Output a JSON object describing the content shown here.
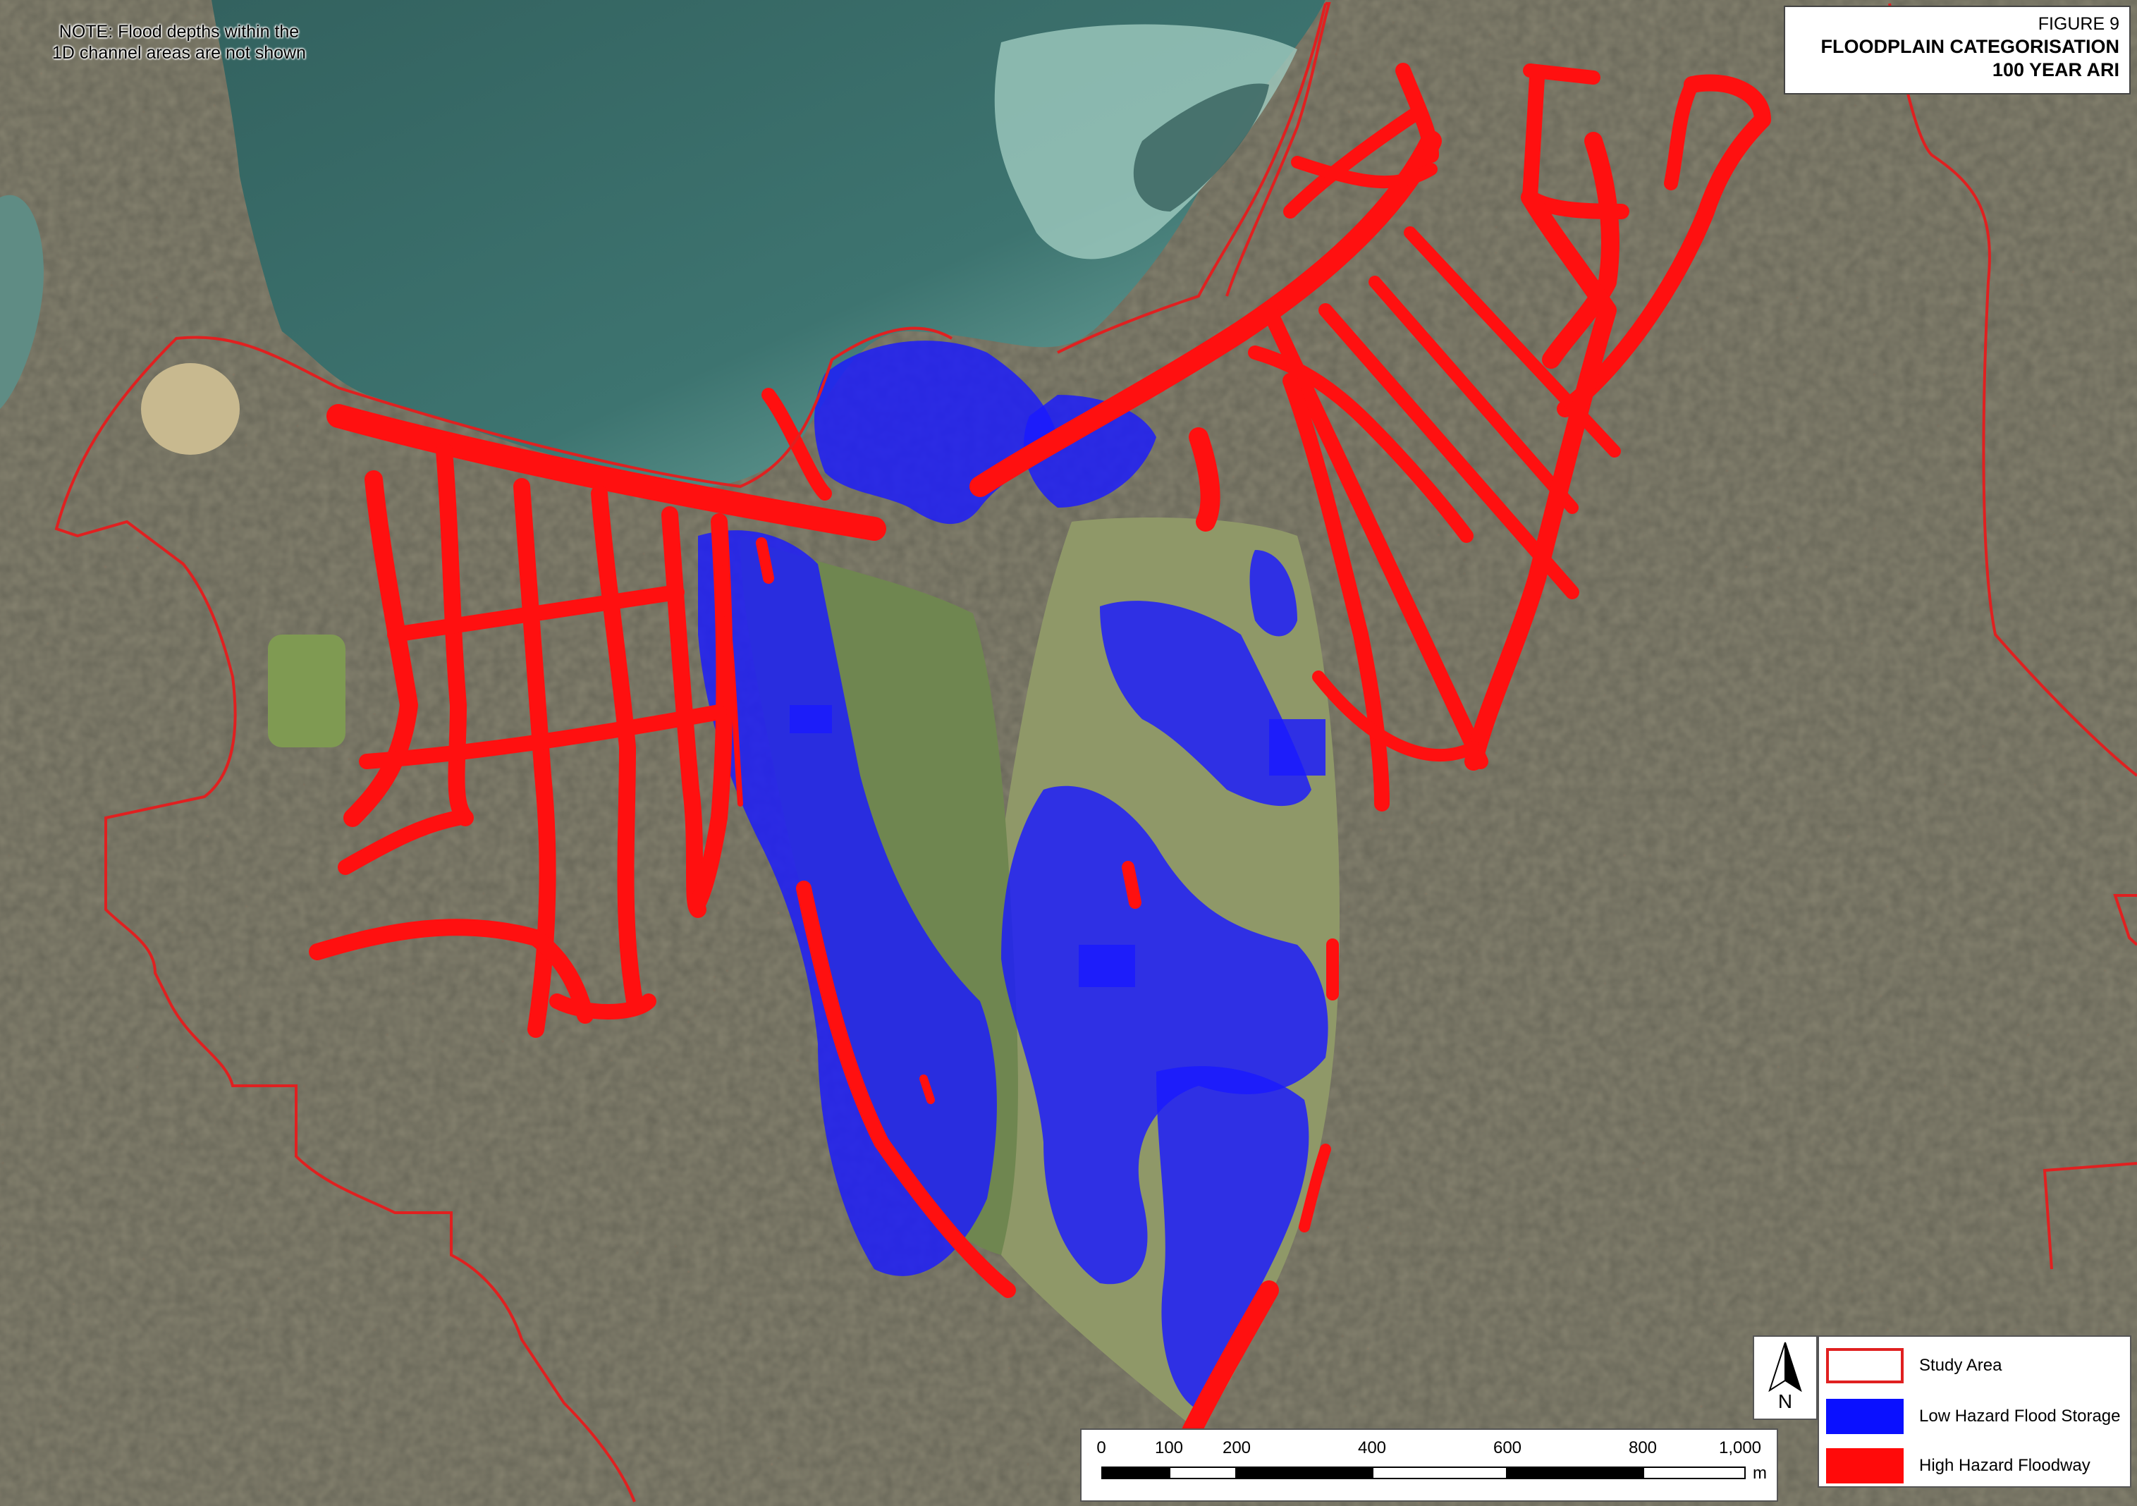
{
  "note": {
    "line1": "NOTE: Flood depths within the",
    "line2": "1D channel areas are not shown"
  },
  "title_block": {
    "figure_label": "FIGURE 9",
    "title_line1": "FLOODPLAIN CATEGORISATION",
    "title_line2": "100 YEAR ARI"
  },
  "north_arrow": {
    "letter": "N"
  },
  "scale_bar": {
    "ticks": [
      "0",
      "100",
      "200",
      "400",
      "600",
      "800",
      "1,000"
    ],
    "unit": "m"
  },
  "legend": {
    "items": [
      {
        "label": "Study Area",
        "style": "outline",
        "color": "#e02020"
      },
      {
        "label": "Low Hazard Flood Storage",
        "style": "fill",
        "color": "#0a10ff"
      },
      {
        "label": "High Hazard Floodway",
        "style": "fill",
        "color": "#ff0a0a"
      }
    ]
  },
  "colors": {
    "study_area": "#e02020",
    "low_hazard": "#1a1aff",
    "high_hazard": "#ff1010",
    "water_deep": "#2f5f62",
    "water_shallow": "#8fc3b8",
    "urban": "#8b8a78",
    "vegetation": "#5e7a45",
    "golf_course": "#9aa070"
  }
}
